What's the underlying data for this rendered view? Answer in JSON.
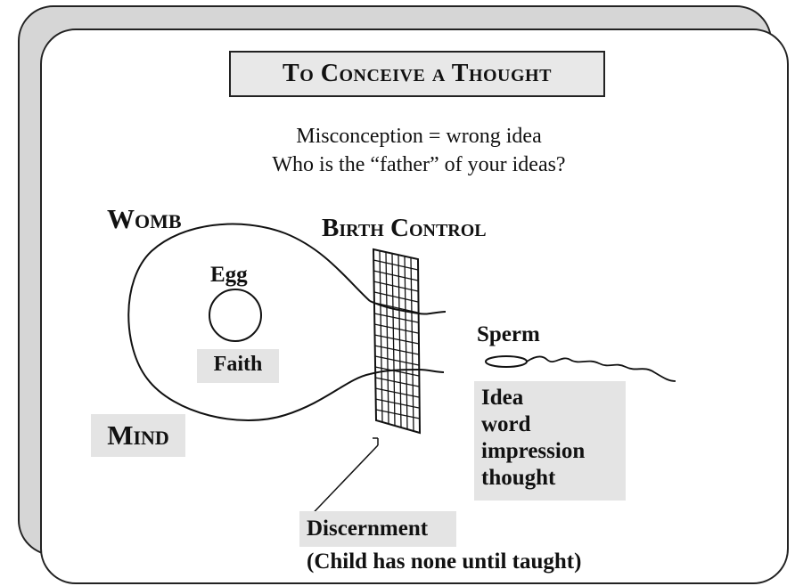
{
  "title": "To Conceive a Thought",
  "subtitle_lines": [
    "Misconception = wrong idea",
    "Who is the “father” of your ideas?"
  ],
  "labels": {
    "womb": "Womb",
    "birth_control": "Birth Control",
    "egg": "Egg",
    "faith": "Faith",
    "mind": "Mind",
    "sperm": "Sperm",
    "idea_lines": [
      "Idea",
      "word",
      "impression",
      "thought"
    ],
    "discernment": "Discernment",
    "discernment_note": "(Child has none until taught)"
  },
  "colors": {
    "ink": "#111111",
    "back_card": "#d6d6d6",
    "label_shade": "#e4e4e4"
  }
}
